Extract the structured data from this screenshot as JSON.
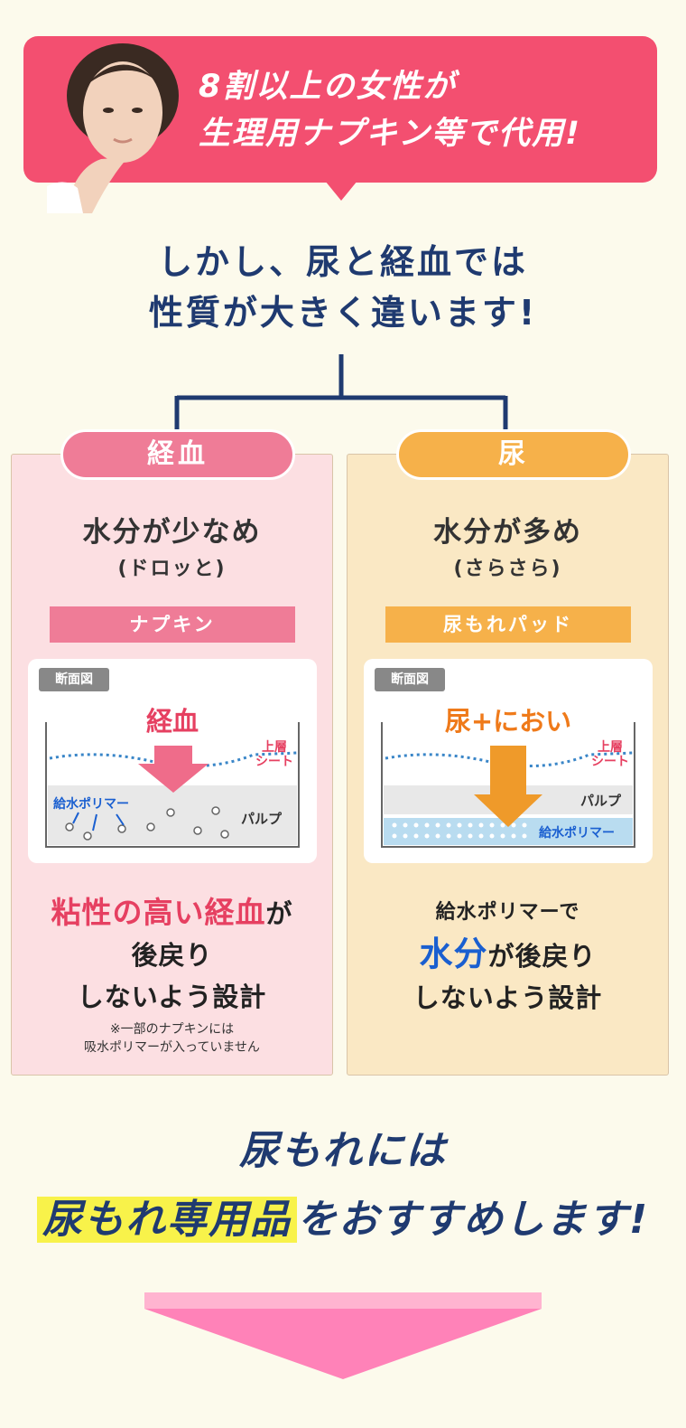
{
  "banner": {
    "line1": "8割以上の女性が",
    "line2": "生理用ナプキン等で代用!"
  },
  "headline": {
    "line1": "しかし、尿と経血では",
    "line2": "性質が大きく違います!"
  },
  "left": {
    "pill": "経血",
    "title": "水分が少なめ",
    "subtitle": "(ドロッと)",
    "bar": "ナプキン",
    "diagram": {
      "tag": "断面図",
      "heading": "経血",
      "layer_top": "上層",
      "layer_sheet": "シート",
      "polymer": "給水ポリマー",
      "pulp": "パルプ"
    },
    "desc_hl": "粘性の高い経血",
    "desc_a": "が",
    "desc_b": "後戻り",
    "desc_c": "しないよう設計",
    "note1": "※一部のナプキンには",
    "note2": "吸水ポリマーが入っていません"
  },
  "right": {
    "pill": "尿",
    "title": "水分が多め",
    "subtitle": "(さらさら)",
    "bar": "尿もれパッド",
    "diagram": {
      "tag": "断面図",
      "heading": "尿+におい",
      "layer_top": "上層",
      "layer_sheet": "シート",
      "pulp": "パルプ",
      "polymer": "給水ポリマー"
    },
    "desc_small": "給水ポリマーで",
    "desc_hl": "水分",
    "desc_a": "が後戻り",
    "desc_b": "しないよう設計"
  },
  "bottom": {
    "line1": "尿もれには",
    "line2_hl": "尿もれ専用品",
    "line2_rest": "をおすすめします!"
  },
  "colors": {
    "banner": "#f34f70",
    "navy": "#1f3a70",
    "pink": "#ef7c97",
    "orange": "#f6b14a",
    "highlight_red": "#e64061",
    "highlight_blue": "#1a5fd0",
    "highlight_yellow": "#f8f24a"
  }
}
